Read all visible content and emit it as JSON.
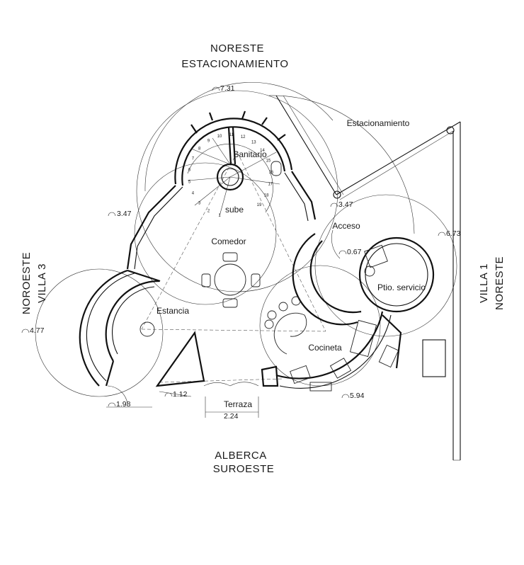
{
  "orientation": {
    "north_top": "NORESTE",
    "north_top_sub": "ESTACIONAMIENTO",
    "west_left_1": "NOROESTE",
    "west_left_2": "VILLA 3",
    "east_right_1": "VILLA 1",
    "east_right_2": "NORESTE",
    "south_bottom_1": "ALBERCA",
    "south_bottom_2": "SUROESTE"
  },
  "rooms": {
    "sanitario": "Sanitario",
    "sube": "sube",
    "comedor": "Comedor",
    "estancia": "Estancia",
    "acceso": "Acceso",
    "patio_servicio": "Ptio. servicio",
    "cocineta": "Cocineta",
    "terraza": "Terraza",
    "estacionamiento": "Estacionamiento"
  },
  "dimensions": {
    "d_731": "7.31",
    "d_347_left": "3.47",
    "d_347_right": "3.47",
    "d_067": "0.67",
    "d_673": "6.73",
    "d_477": "4.77",
    "d_594": "5.94",
    "d_198": "1.98",
    "d_112": "1.12",
    "d_224": "2.24"
  },
  "stair_numbers": [
    "1",
    "2",
    "3",
    "4",
    "5",
    "6",
    "7",
    "8",
    "9",
    "10",
    "11",
    "12",
    "13",
    "14",
    "15",
    "16",
    "17",
    "18",
    "19"
  ]
}
